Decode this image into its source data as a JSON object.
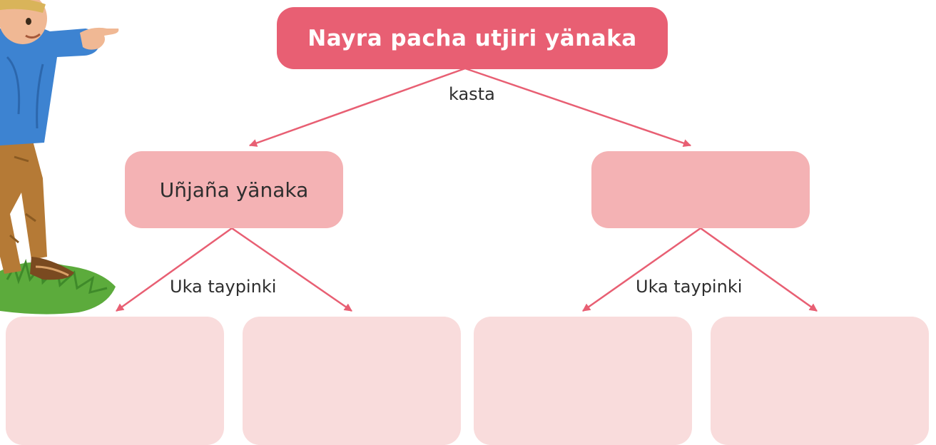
{
  "colors": {
    "root": "#e85f73",
    "mid": "#f4b2b4",
    "leaf": "#f9dcdc",
    "arrow": "#e85f73",
    "text": "#2e2e2e"
  },
  "diagram": {
    "root": {
      "label": "Nayra pacha utjiri yänaka"
    },
    "edge_root": {
      "label": "kasta"
    },
    "left_node": {
      "label": "Uñjaña yänaka"
    },
    "right_node": {
      "label": ""
    },
    "edge_left": {
      "label": "Uka taypinki"
    },
    "edge_right": {
      "label": "Uka taypinki"
    },
    "leaves": [
      "",
      "",
      "",
      ""
    ]
  },
  "illustration": {
    "name": "boy-pointing-illustration"
  }
}
